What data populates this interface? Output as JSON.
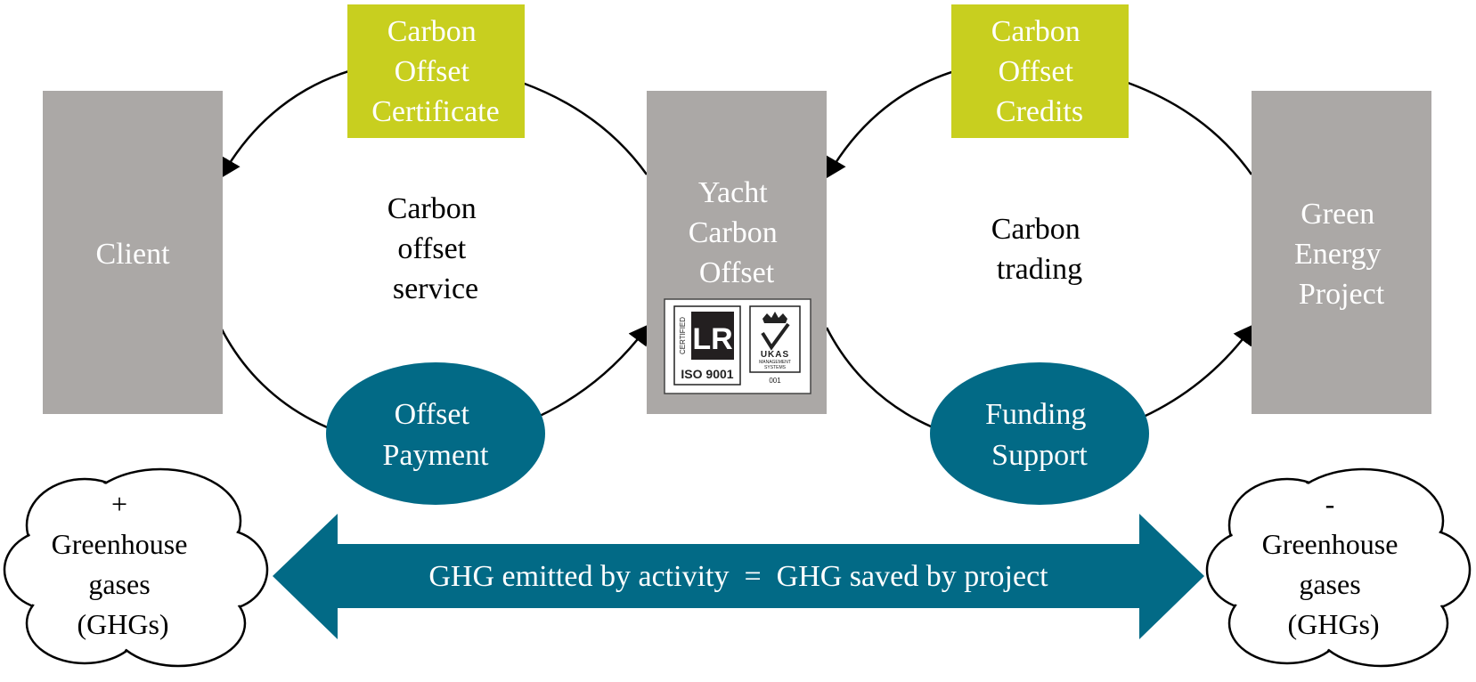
{
  "nodes": {
    "client": {
      "lines": [
        "Client"
      ]
    },
    "yacht": {
      "lines": [
        "Yacht",
        "Carbon",
        "Offset"
      ]
    },
    "green": {
      "lines": [
        "Green",
        "Energy",
        "Project"
      ]
    }
  },
  "tags": {
    "certificate": {
      "lines": [
        "Carbon",
        "Offset",
        "Certificate"
      ]
    },
    "credits": {
      "lines": [
        "Carbon",
        "Offset",
        "Credits"
      ]
    }
  },
  "payments": {
    "offset_payment": {
      "lines": [
        "Offset",
        "Payment"
      ]
    },
    "funding_support": {
      "lines": [
        "Funding",
        "Support"
      ]
    }
  },
  "loop_labels": {
    "service": {
      "lines": [
        "Carbon",
        "offset",
        "service"
      ]
    },
    "trading": {
      "lines": [
        "Carbon",
        "trading"
      ]
    }
  },
  "clouds": {
    "left": {
      "sign": "+",
      "lines": [
        "Greenhouse",
        "gases",
        "(GHGs)"
      ]
    },
    "right": {
      "sign": "-",
      "lines": [
        "Greenhouse",
        "gases",
        "(GHGs)"
      ]
    }
  },
  "balance_arrow": {
    "text": "GHG emitted by activity  =  GHG saved by project"
  },
  "certification": {
    "lr_side_text": "CERTIFIED",
    "lr_mark": "LR",
    "iso": "ISO 9001",
    "ukas_name": "UKAS",
    "ukas_sub1": "MANAGEMENT",
    "ukas_sub2": "SYSTEMS",
    "ukas_number": "001"
  },
  "colors": {
    "box_gray": "#aba8a6",
    "tag_green": "#c8cf1f",
    "teal": "#026a86",
    "white": "#ffffff",
    "ink": "#000000"
  }
}
